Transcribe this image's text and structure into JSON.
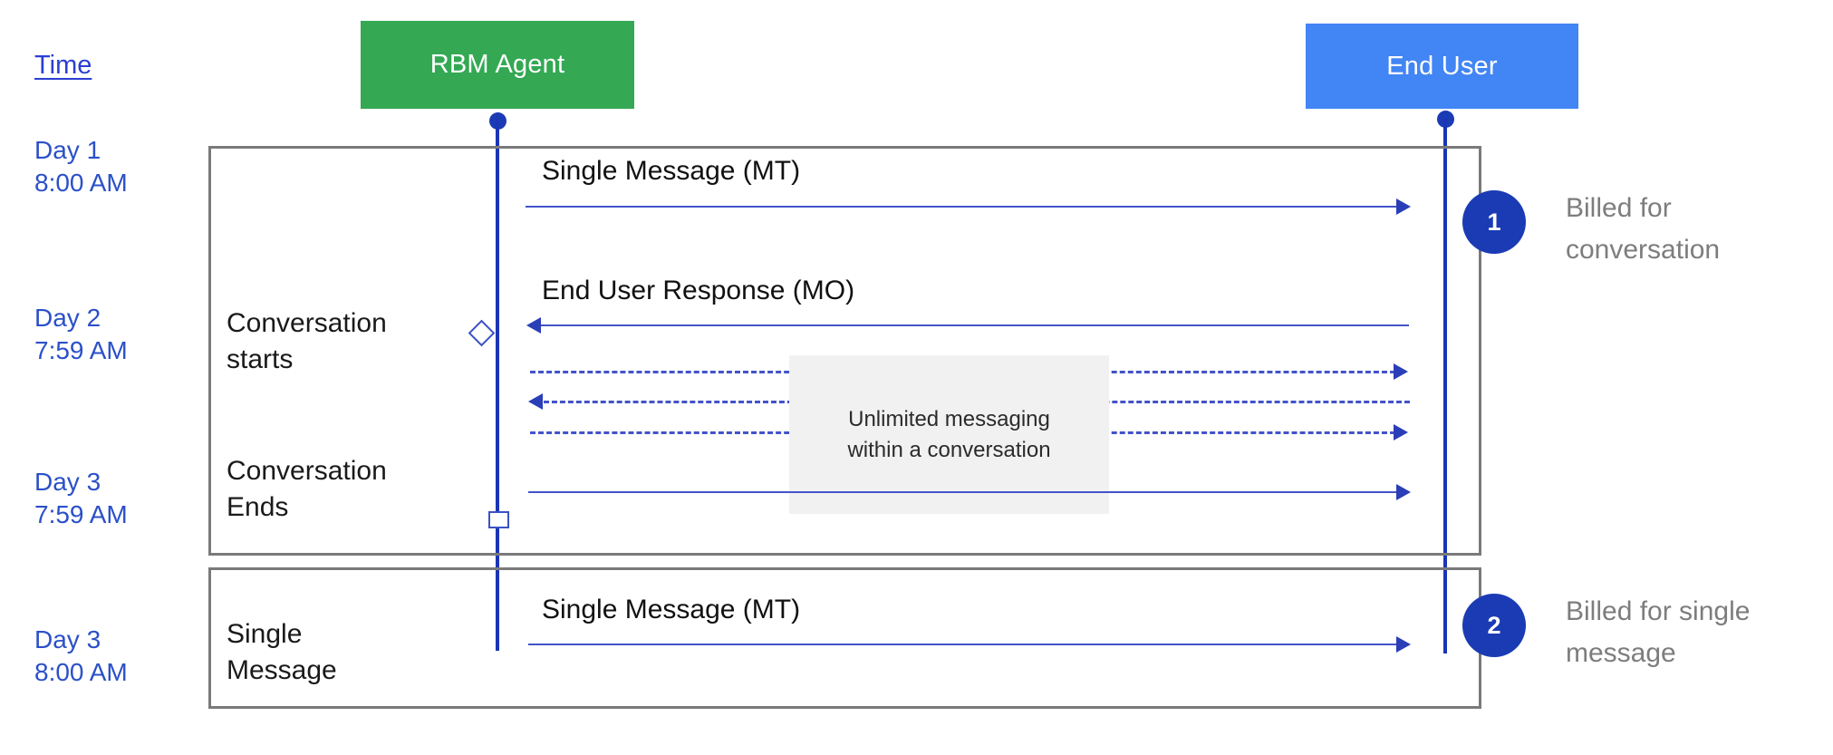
{
  "diagram": {
    "title_column": {
      "label": "Time"
    },
    "actors": [
      {
        "id": "rbm-agent",
        "label": "RBM Agent",
        "color": "#34a853"
      },
      {
        "id": "end-user",
        "label": "End User",
        "color": "#4285f4"
      }
    ],
    "time_labels": [
      {
        "day": "Day 1",
        "time": "8:00 AM",
        "text": "Day 1\n8:00 AM"
      },
      {
        "day": "Day 2",
        "time": "7:59 AM",
        "text": "Day 2\n7:59 AM"
      },
      {
        "day": "Day 3",
        "time": "7:59 AM",
        "text": "Day 3\n7:59 AM"
      },
      {
        "day": "Day 3",
        "time": "8:00 AM",
        "text": "Day 3\n8:00 AM"
      }
    ],
    "stage_labels": [
      {
        "id": "conversation-starts",
        "text": "Conversation\nstarts"
      },
      {
        "id": "conversation-ends",
        "text": "Conversation\nEnds"
      },
      {
        "id": "single-message",
        "text": "Single\nMessage"
      }
    ],
    "messages": [
      {
        "id": "msg-1",
        "label": "Single Message (MT)",
        "direction": "agent-to-user",
        "style": "solid"
      },
      {
        "id": "msg-2",
        "label": "End User Response (MO)",
        "direction": "user-to-agent",
        "style": "solid"
      },
      {
        "id": "msg-3",
        "label": "",
        "direction": "agent-to-user",
        "style": "dashed"
      },
      {
        "id": "msg-4",
        "label": "",
        "direction": "user-to-agent",
        "style": "dashed"
      },
      {
        "id": "msg-5",
        "label": "",
        "direction": "agent-to-user",
        "style": "dashed"
      },
      {
        "id": "msg-6",
        "label": "",
        "direction": "agent-to-user",
        "style": "solid"
      },
      {
        "id": "msg-7",
        "label": "Single Message (MT)",
        "direction": "agent-to-user",
        "style": "solid"
      }
    ],
    "note": {
      "text": "Unlimited messaging\nwithin a conversation",
      "background": "#f1f1f1"
    },
    "callouts": [
      {
        "number": "1",
        "text": "Billed for\nconversation",
        "color": "#1a3bb3"
      },
      {
        "number": "2",
        "text": "Billed for single\nmessage",
        "color": "#1a3bb3"
      }
    ],
    "colors": {
      "agent_box": "#34a853",
      "user_box": "#4285f4",
      "lifeline": "#1a35b5",
      "arrow": "#4353c9",
      "group_border": "#7a7a7a",
      "time_text": "#2b50c8",
      "callout_text": "#7d7d7d"
    }
  }
}
